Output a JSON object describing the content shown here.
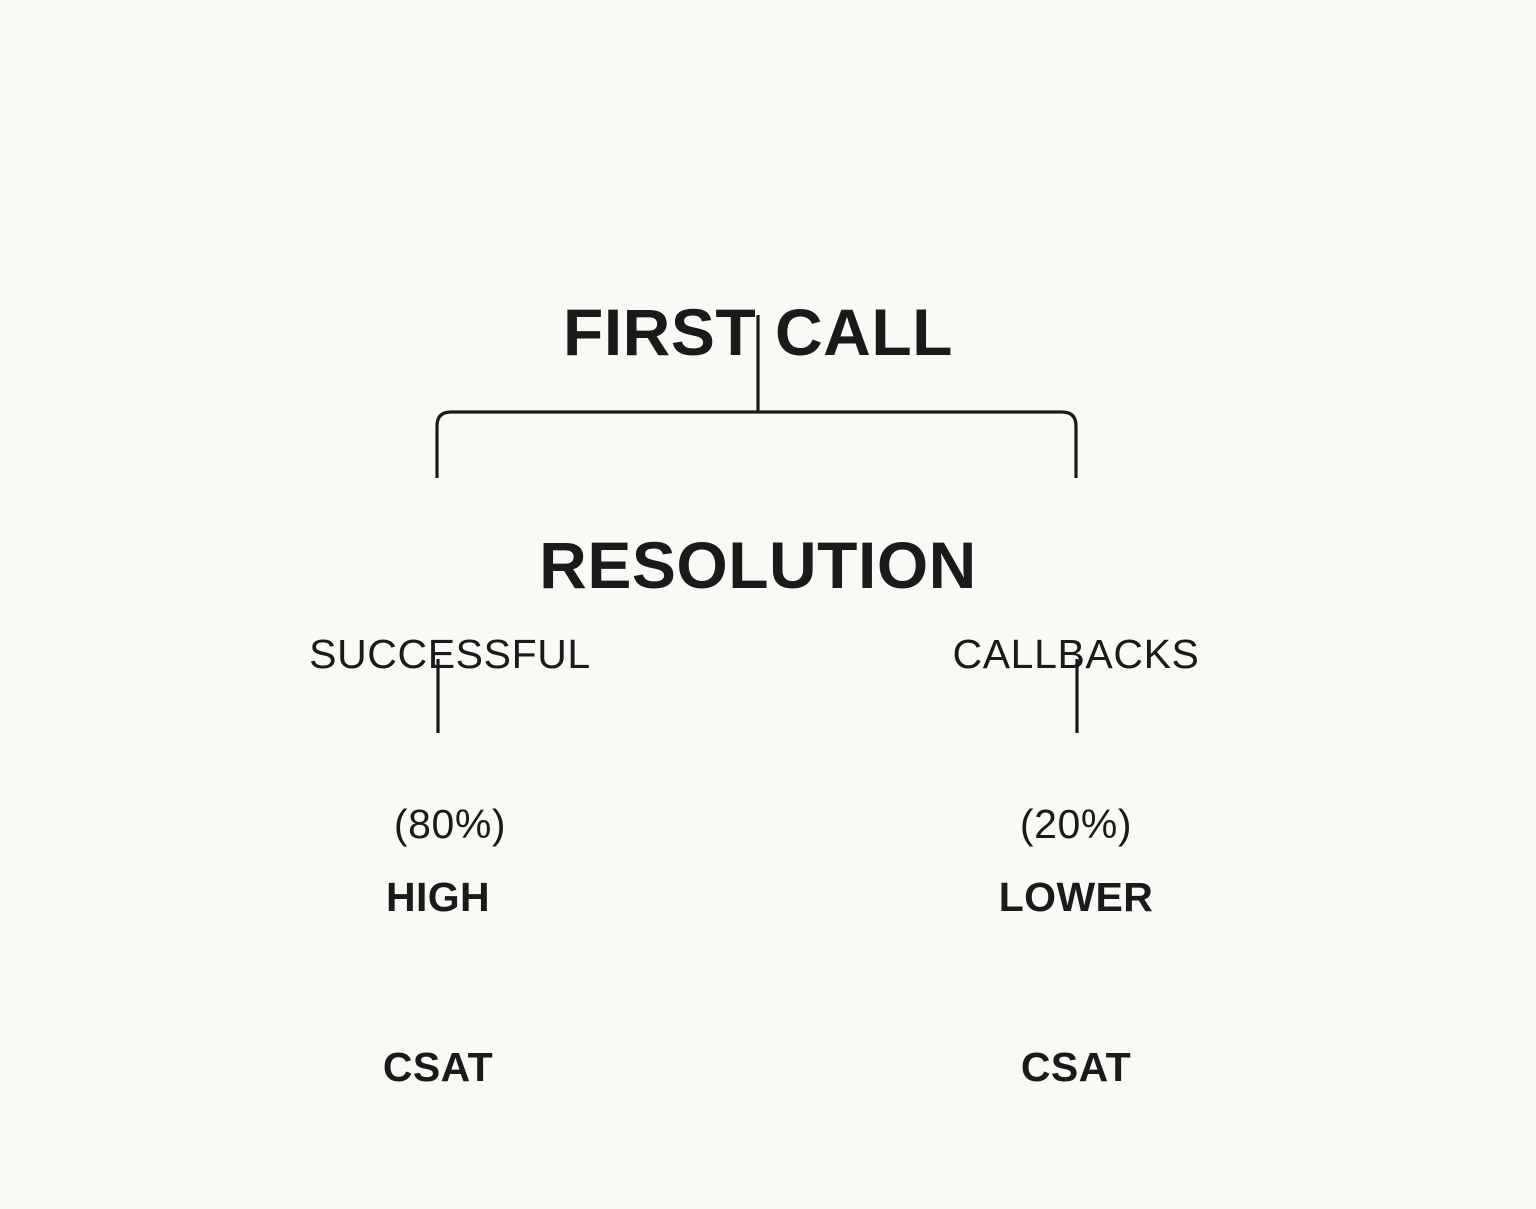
{
  "diagram": {
    "title": "FIRST CALL RESOLUTION",
    "type": "hierarchy-tree",
    "background_color": "#FAF9F5",
    "text_color": "#1A1A1A",
    "line_color": "#1A1A1A",
    "root": {
      "label_line_1": "FIRST CALL",
      "label_line_2": "RESOLUTION"
    },
    "branches": [
      {
        "id": "successful",
        "label_line_1": "SUCCESSFUL",
        "label_line_2": "(80%)",
        "percent": 80,
        "outcome_line_1": "HIGH",
        "outcome_line_2": "CSAT"
      },
      {
        "id": "callbacks",
        "label_line_1": "CALLBACKS",
        "label_line_2": "(20%)",
        "percent": 20,
        "outcome_line_1": "LOWER",
        "outcome_line_2": "CSAT"
      }
    ]
  }
}
